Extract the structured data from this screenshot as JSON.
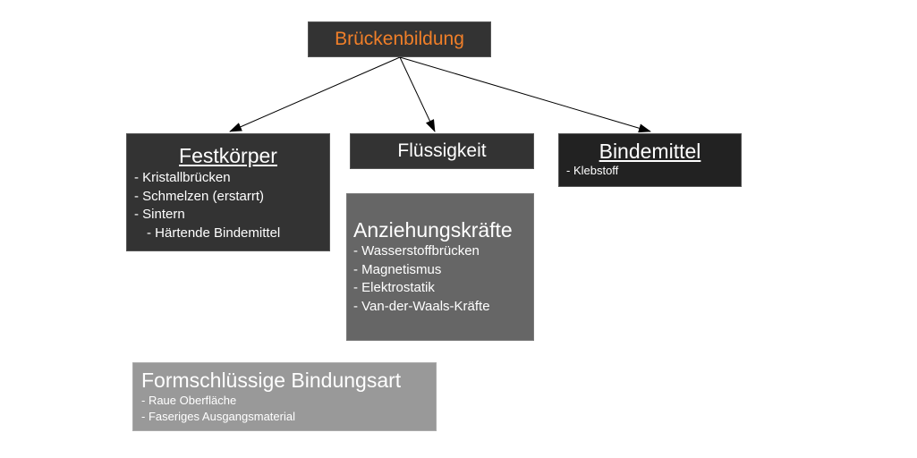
{
  "root": {
    "label": "Brückenbildung",
    "color": "#f07f29"
  },
  "festkoerper": {
    "title": "Festkörper",
    "items": [
      "- Kristallbrücken",
      "- Schmelzen (erstarrt)",
      "- Sintern",
      "- Härtende Bindemittel"
    ]
  },
  "fluessigkeit": {
    "title": "Flüssigkeit"
  },
  "bindemittel": {
    "title": "Bindemittel",
    "items": [
      "- Klebstoff"
    ]
  },
  "anziehungskraefte": {
    "title": "Anziehungskräfte",
    "items": [
      "- Wasserstoffbrücken",
      "- Magnetismus",
      "- Elektrostatik",
      "- Van-der-Waals-Kräfte"
    ]
  },
  "formschluessig": {
    "title": "Formschlüssige Bindungsart",
    "items": [
      "- Raue Oberfläche",
      "- Faseriges Ausgangsmaterial"
    ]
  }
}
